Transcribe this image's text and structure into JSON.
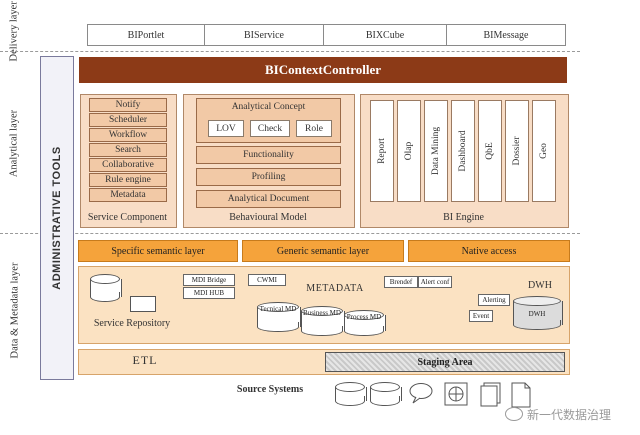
{
  "layers": {
    "delivery": "Delivery layer",
    "analytical": "Analytical layer",
    "data_metadata": "Data & Metadata layer"
  },
  "delivery_items": [
    "BIPortlet",
    "BIService",
    "BIXCube",
    "BIMessage"
  ],
  "admin_tools": "ADMINISTRATIVE TOOLS",
  "controller": "BIContextController",
  "service_component": {
    "items": [
      "Notify",
      "Scheduler",
      "Workflow",
      "Search",
      "Collaborative",
      "Rule engine",
      "Metadata"
    ],
    "caption": "Service Component"
  },
  "behavioural_model": {
    "concept_title": "Analytical Concept",
    "concept_items": [
      "LOV",
      "Check",
      "Role"
    ],
    "items": [
      "Functionality",
      "Profiling",
      "Analytical Document"
    ],
    "caption": "Behavioural Model"
  },
  "bi_engine": {
    "items": [
      "Report",
      "Olap",
      "Data Mining",
      "Dashboard",
      "QbE",
      "Dossier",
      "Geo"
    ],
    "caption": "BI Engine"
  },
  "semantic_layers": [
    "Specific semantic layer",
    "Generic semantic layer",
    "Native access"
  ],
  "metadata_section": {
    "repository": "Service Repository",
    "tags": [
      "MDI Bridge",
      "MDI HUB",
      "CWMI",
      "Brendef",
      "Alert conf",
      "Alerting",
      "Event"
    ],
    "title": "METADATA",
    "cylinders": [
      "Tecnical MD",
      "Business MD",
      "Process MD"
    ],
    "dwh": "DWH",
    "dwh_cyl": "DWH"
  },
  "etl": "ETL",
  "staging": "Staging Area",
  "source_systems": "Source Systems",
  "watermark": "新一代数据治理"
}
